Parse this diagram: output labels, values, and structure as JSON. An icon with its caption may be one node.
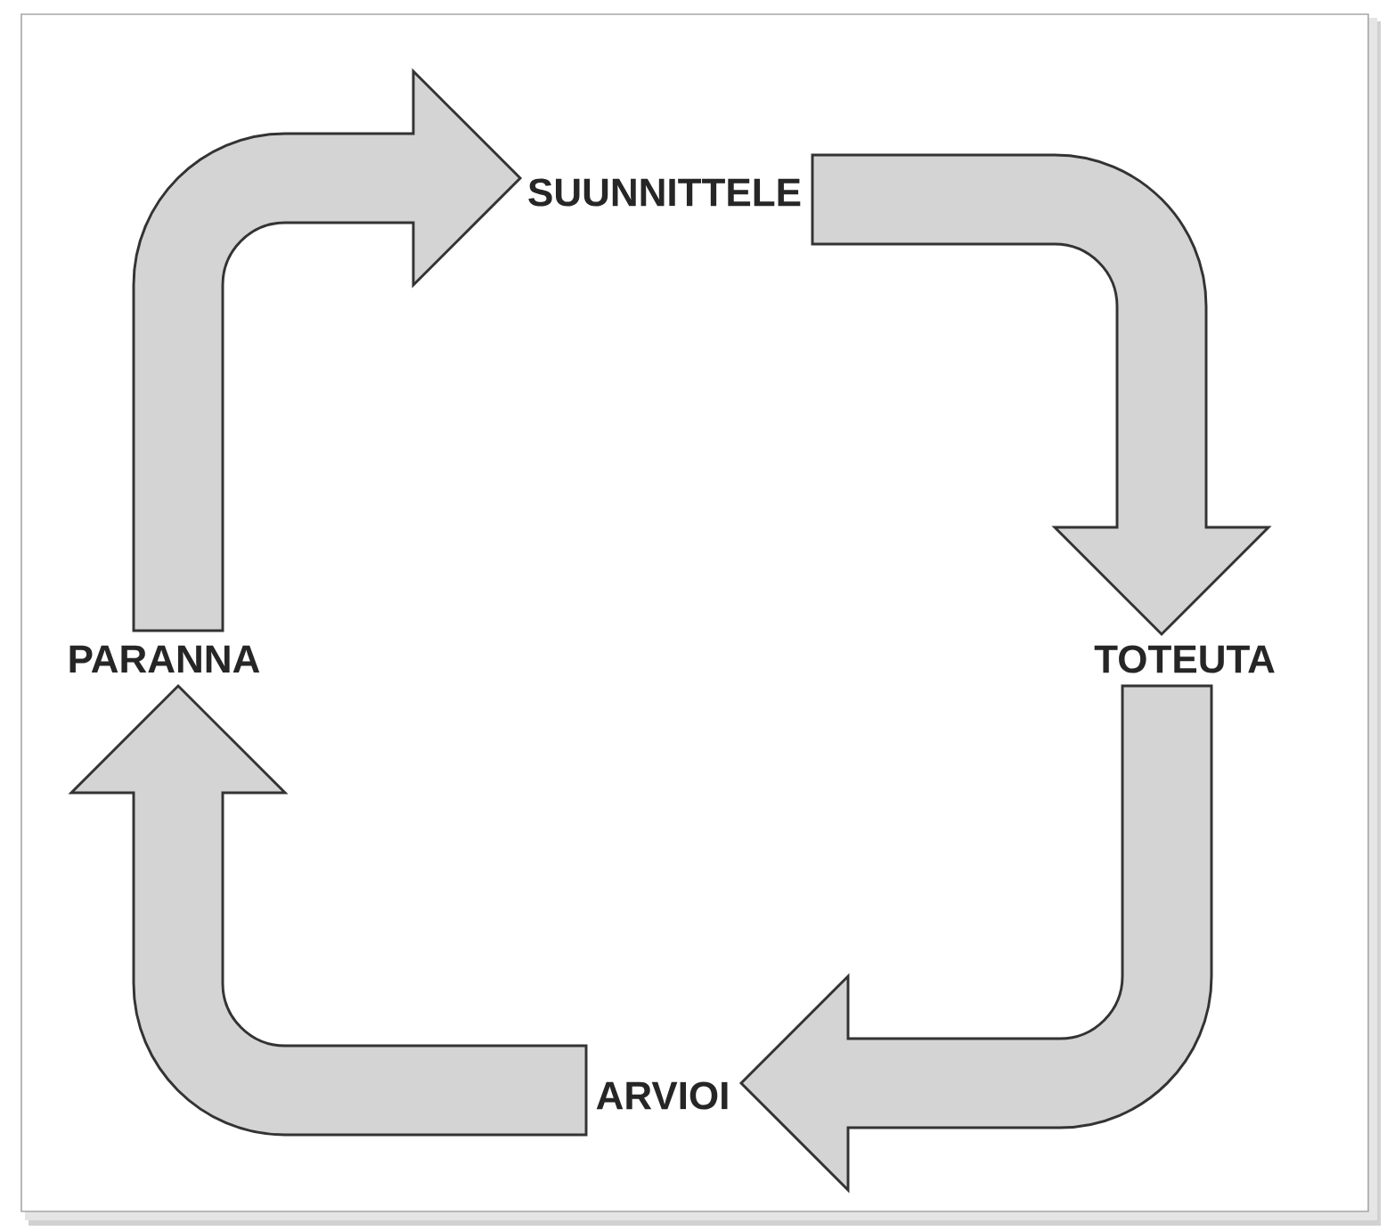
{
  "diagram": {
    "nodes": [
      {
        "text": [
          "SUUNNITTELE"
        ]
      },
      {
        "text": [
          "TOTEUTA"
        ]
      },
      {
        "text": [
          "ARVIOI"
        ]
      },
      {
        "text": [
          "PARANNA"
        ]
      }
    ],
    "edges": [
      {
        "from": 3,
        "to": 0,
        "arrow": "to"
      },
      {
        "from": 0,
        "to": 1,
        "arrow": "to"
      },
      {
        "from": 1,
        "to": 2,
        "arrow": "to"
      },
      {
        "from": 2,
        "to": 3,
        "arrow": "to"
      }
    ]
  }
}
